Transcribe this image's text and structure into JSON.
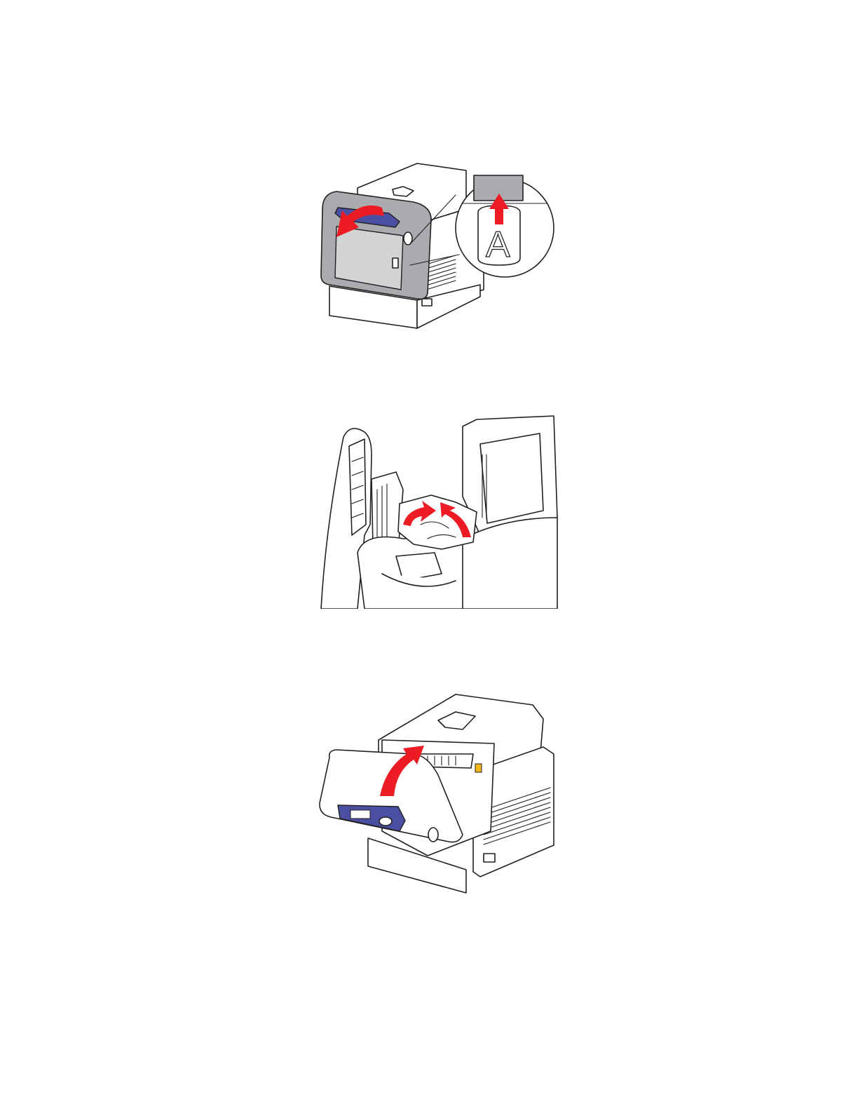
{
  "figures": [
    {
      "id": "open-front-door",
      "callout_letter": "A"
    },
    {
      "id": "remove-jammed-paper"
    },
    {
      "id": "close-front-door"
    }
  ],
  "colors": {
    "arrow": "#ed1c24",
    "control_panel": "#4b4fa2",
    "cover_gray": "#a9abae",
    "latch": "#f5b720"
  }
}
